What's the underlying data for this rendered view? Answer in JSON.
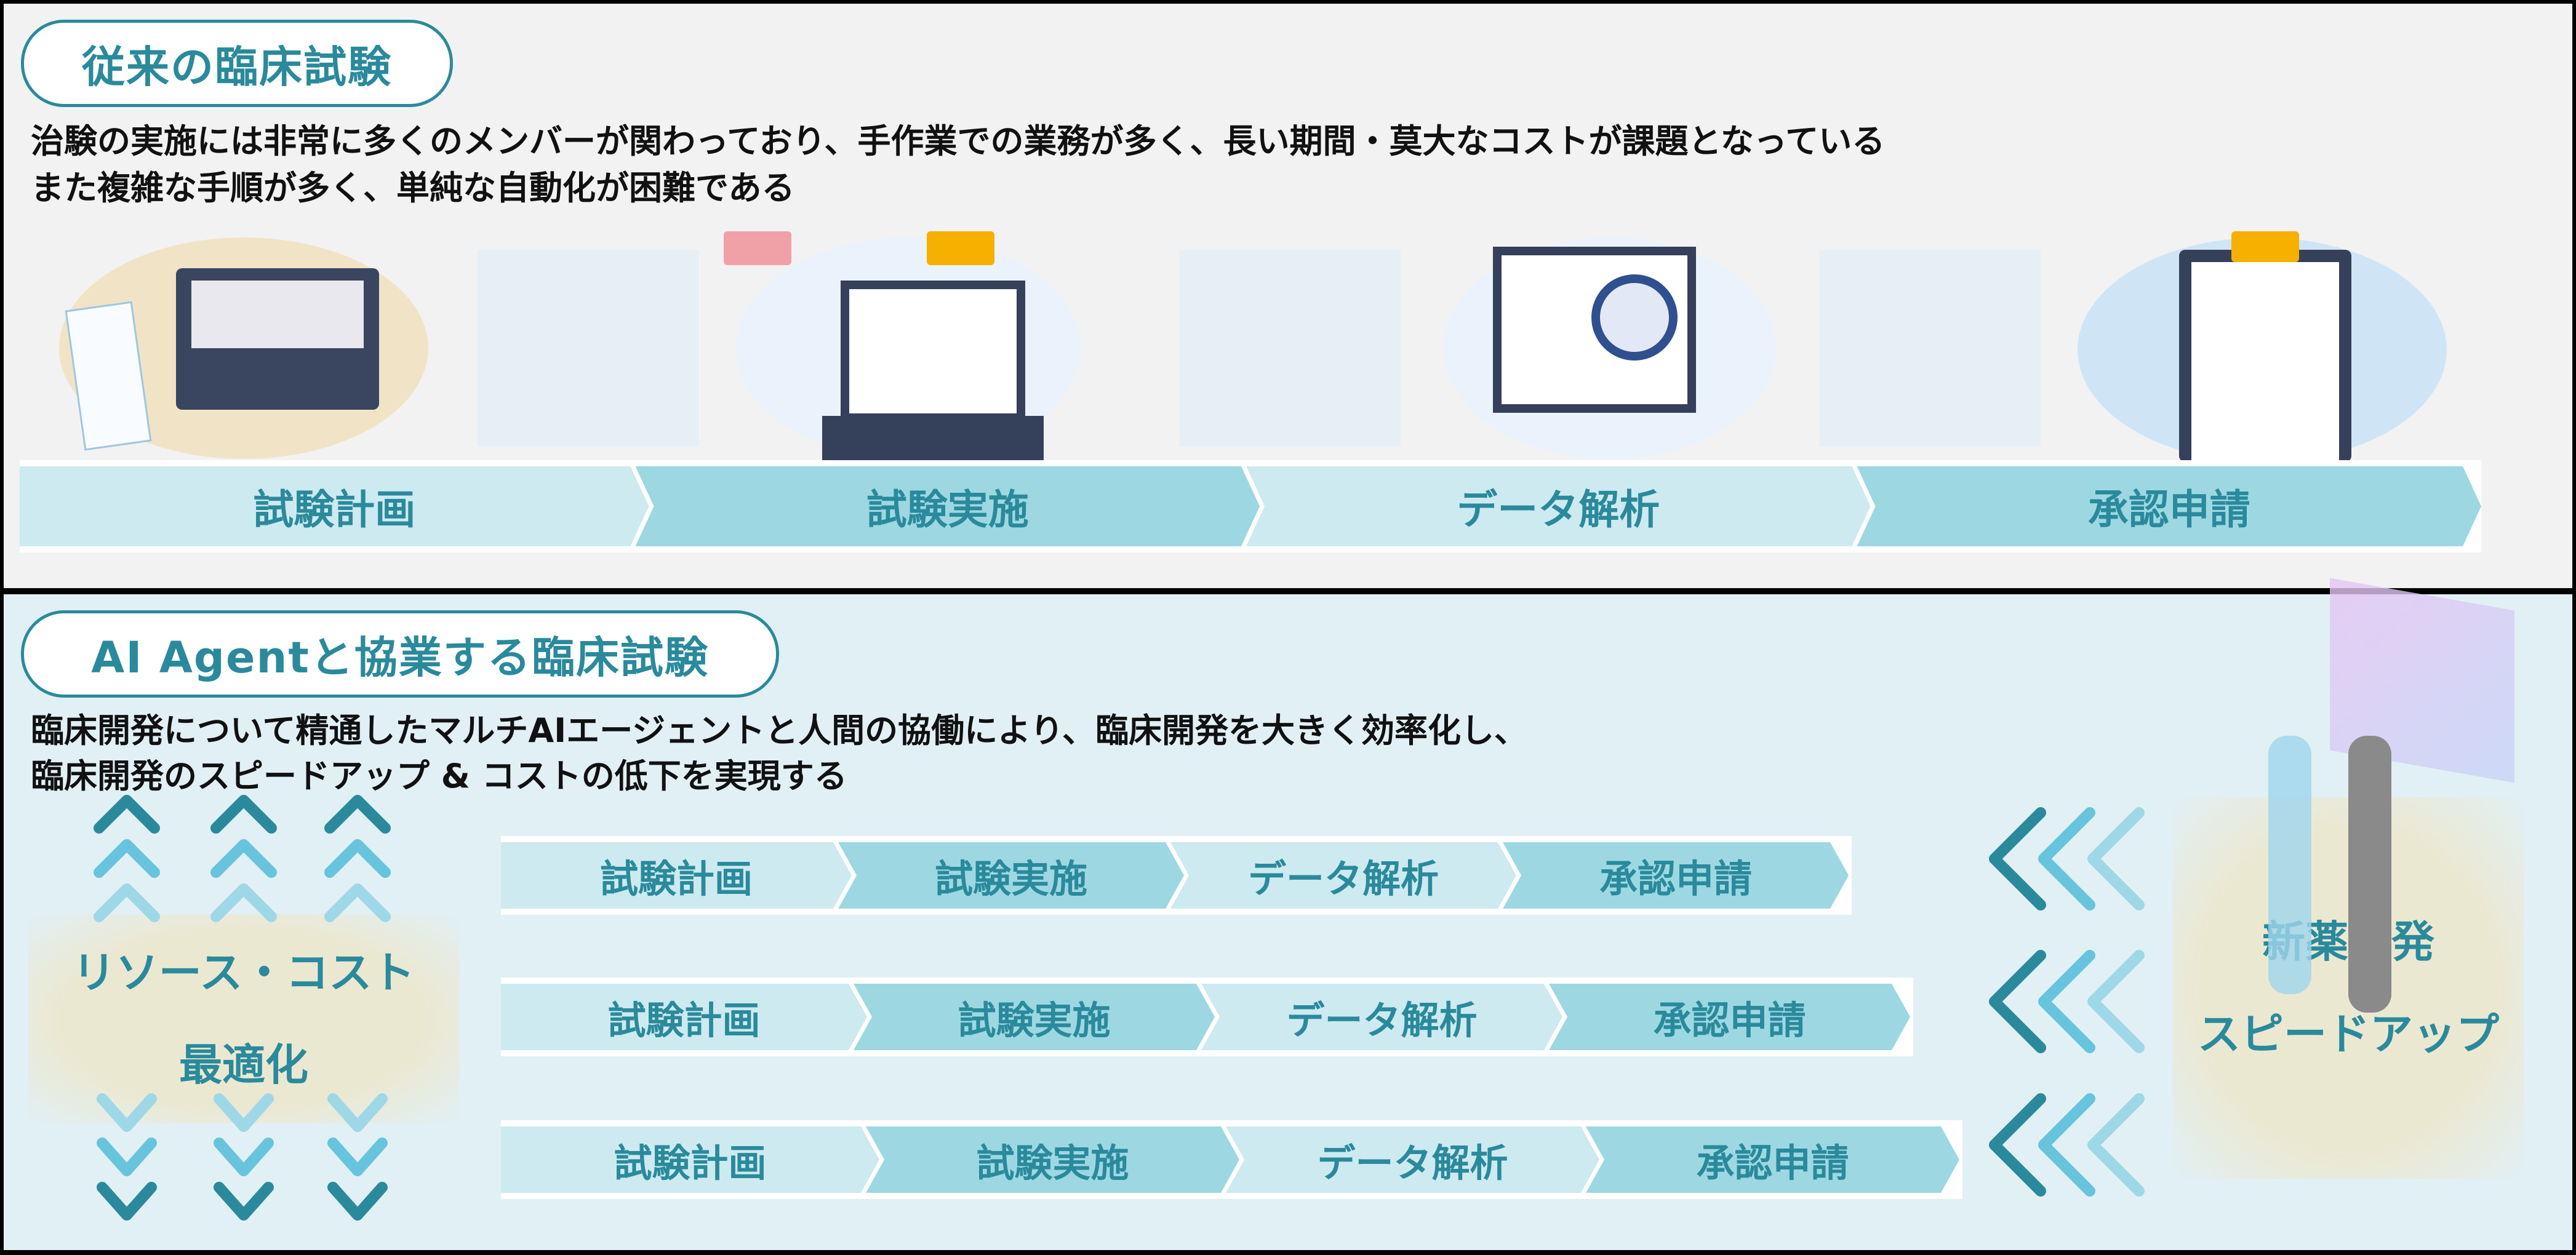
{
  "traditional": {
    "title": "従来の臨床試験",
    "desc_lines": [
      "治験の実施には非常に多くのメンバーが関わっており、手作業での業務が多く、長い期間・莫大なコストが課題となっている",
      "また複雑な手順が多く、単純な自動化が困難である"
    ],
    "stages": [
      "試験計画",
      "試験実施",
      "データ解析",
      "承認申請"
    ]
  },
  "ai": {
    "title": "AI Agentと協業する臨床試験",
    "desc_lines": [
      "臨床開発について精通したマルチAIエージェントと人間の協働により、臨床開発を大きく効率化し、",
      "臨床開発のスピードアップ & コストの低下を実現する"
    ],
    "rows": [
      [
        "試験計画",
        "試験実施",
        "データ解析",
        "承認申請"
      ],
      [
        "試験計画",
        "試験実施",
        "データ解析",
        "承認申請"
      ],
      [
        "試験計画",
        "試験実施",
        "データ解析",
        "承認申請"
      ]
    ],
    "left_box": [
      "リソース・コスト",
      "最適化"
    ],
    "right_box": [
      "新薬開発",
      "スピードアップ"
    ]
  },
  "colors": {
    "accent": "#2a8a9c",
    "seg_light": "#cdeaf0",
    "seg_dark": "#9dd8e2",
    "chev_mid": "#67c4dc",
    "chev_light": "#9ed8e6"
  }
}
